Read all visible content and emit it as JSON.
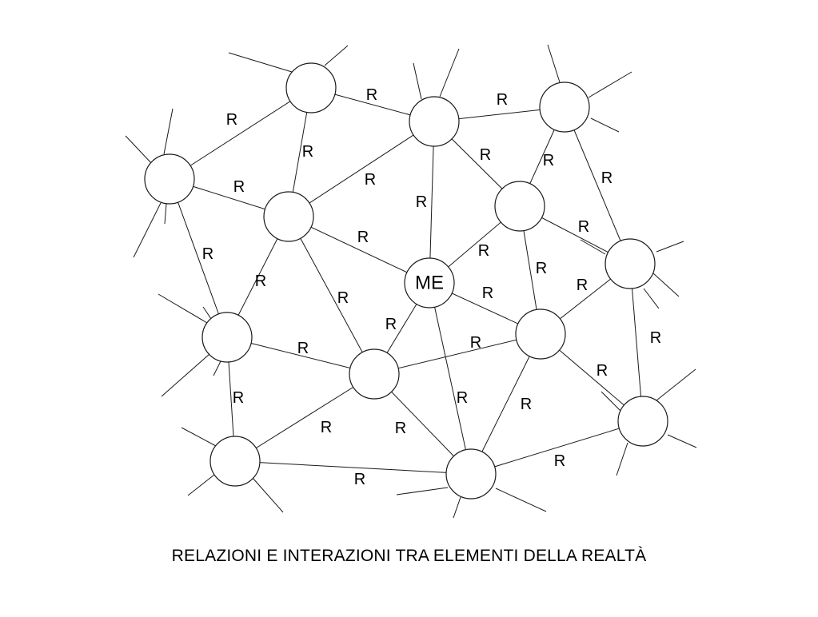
{
  "diagram": {
    "caption": "RELAZIONI E INTERAZIONI TRA ELEMENTI DELLA REALTÀ",
    "center_label": "ME",
    "edge_label": "R",
    "colors": {
      "stroke": "#1a1a1a",
      "node_fill": "#ffffff",
      "background": "#ffffff"
    }
  }
}
